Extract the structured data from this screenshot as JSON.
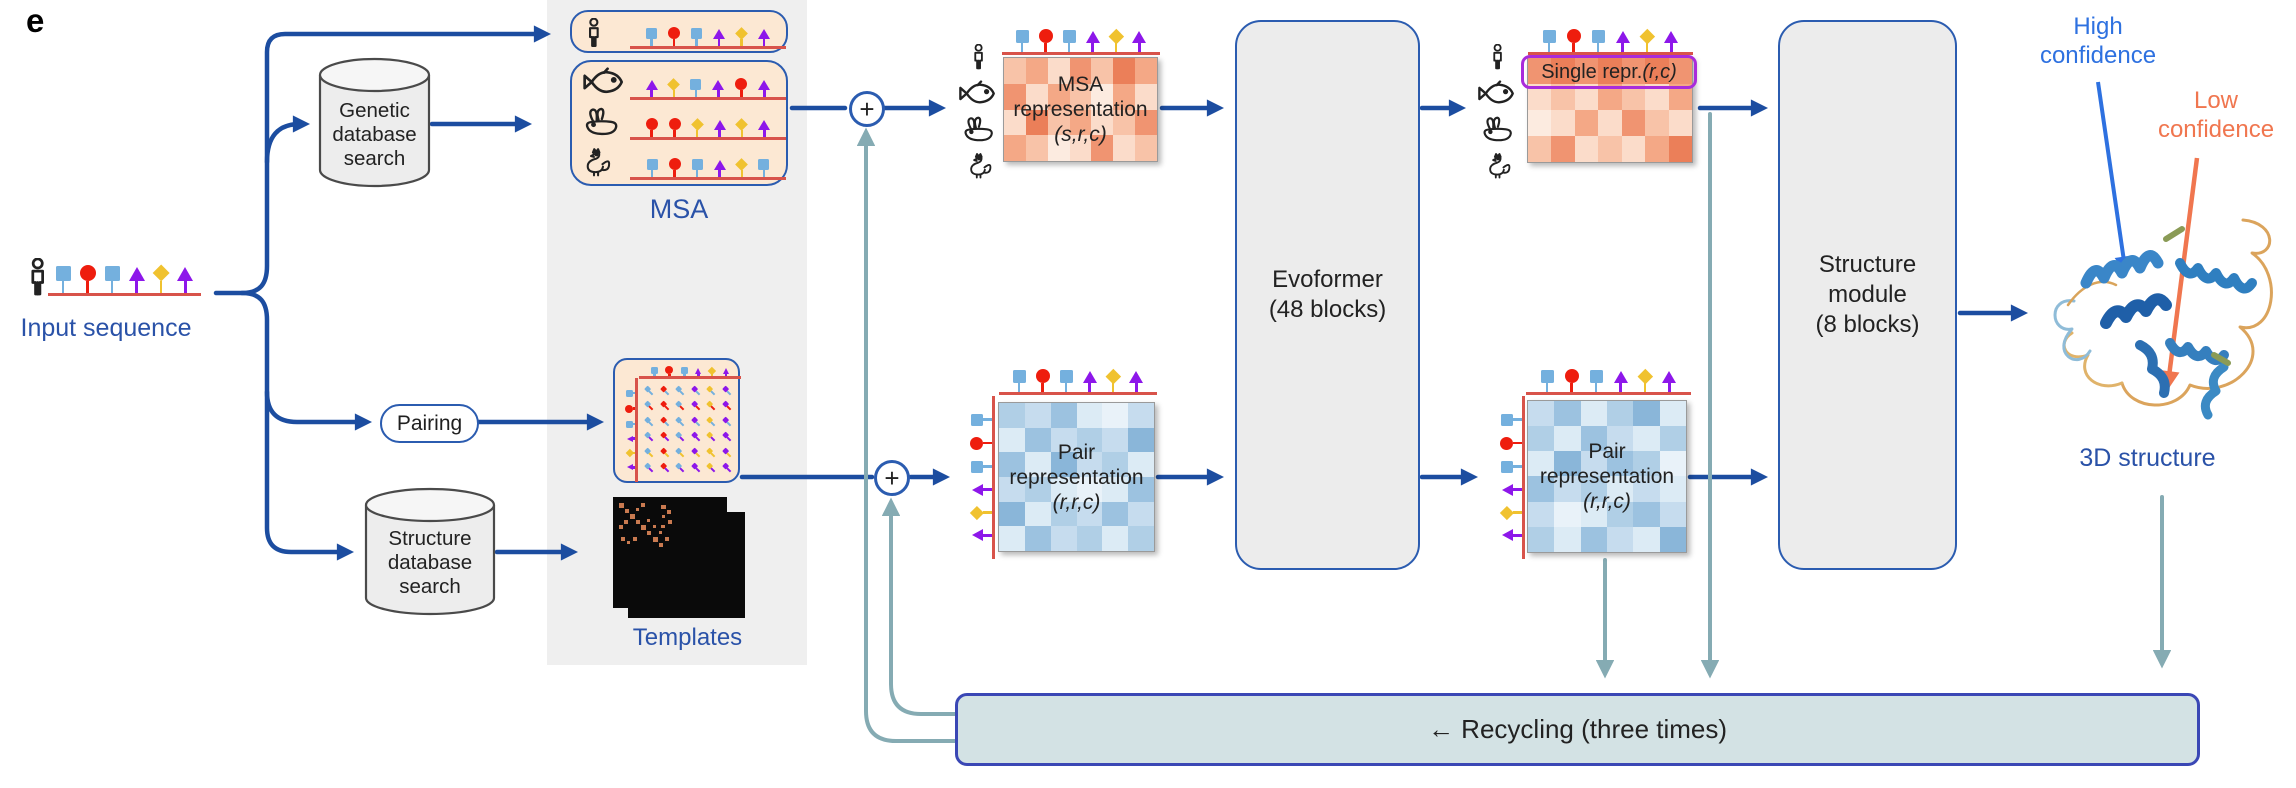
{
  "panel_label": "e",
  "input": {
    "label": "Input sequence"
  },
  "genetic_db": {
    "lines": [
      "Genetic",
      "database",
      "search"
    ]
  },
  "structure_db": {
    "lines": [
      "Structure",
      "database",
      "search"
    ]
  },
  "pairing": {
    "label": "Pairing"
  },
  "msa": {
    "label": "MSA",
    "query_row": {
      "icon": "human",
      "markers": "standard"
    },
    "rows": [
      {
        "icon": "fish",
        "markers": "fish_row"
      },
      {
        "icon": "rabbit",
        "markers": "rabbit_row"
      },
      {
        "icon": "rooster",
        "markers": "rooster_row"
      }
    ]
  },
  "templates": {
    "label": "Templates"
  },
  "msa_representation": {
    "lines": [
      "MSA",
      "representation"
    ],
    "dims": "(s,r,c)",
    "icons": [
      "human",
      "fish",
      "rabbit",
      "rooster"
    ]
  },
  "single_repr": {
    "title": "Single repr. ",
    "dims": "(r,c)",
    "icons": [
      "human",
      "fish",
      "rabbit",
      "rooster"
    ]
  },
  "pair_representation": {
    "lines": [
      "Pair",
      "representation"
    ],
    "dims": "(r,r,c)"
  },
  "evoformer": {
    "lines": [
      "Evoformer",
      "(48 blocks)"
    ]
  },
  "structure_module": {
    "lines": [
      "Structure",
      "module",
      "(8 blocks)"
    ]
  },
  "recycling": {
    "label": "← Recycling (three times)"
  },
  "output": {
    "label": "3D structure",
    "high_confidence_lines": [
      "High",
      "confidence"
    ],
    "low_confidence_lines": [
      "Low",
      "confidence"
    ]
  },
  "plus_symbol": "+",
  "markers": {
    "standard": [
      "sq-blue",
      "ci-red",
      "sq-blue",
      "ar-purple",
      "di-yellow",
      "ar-purple"
    ],
    "fish_row": [
      "ar-purple",
      "di-yellow",
      "sq-blue",
      "ar-purple",
      "ci-red",
      "ar-purple"
    ],
    "rabbit_row": [
      "ci-red",
      "ci-red",
      "di-yellow",
      "ar-purple",
      "di-yellow",
      "ar-purple"
    ],
    "rooster_row": [
      "sq-blue",
      "ci-red",
      "sq-blue",
      "ar-purple",
      "di-yellow",
      "sq-blue"
    ],
    "colors": {
      "blue": "#74b0de",
      "red": "#ee1d0e",
      "purple": "#8d17ea",
      "yellow": "#f0c22f"
    },
    "baseline_color": "#d8534a"
  },
  "colors": {
    "arrow_blue": "#1c4da0",
    "recycle_teal": "#85abb3",
    "label_blue": "#2a52a8",
    "high_confidence_blue": "#2e71e0",
    "low_confidence_orange": "#f0764f",
    "peach_fill": "#fce8d3",
    "module_fill": "#ececec",
    "bar_fill": "#d3e2e4",
    "bar_border": "#3a47b5",
    "single_highlight_purple": "#a92bdb"
  },
  "heatmaps": {
    "orange_palette": [
      "#fbdcca",
      "#f8c3a8",
      "#f4a886",
      "#f09471",
      "#eb7f59",
      "#fcebe0"
    ],
    "blue_palette": [
      "#dcebf5",
      "#c6dcee",
      "#b0cfe6",
      "#9cc2e0",
      "#8ab6d9",
      "#e9f2f9"
    ],
    "msa_grid": [
      [
        1,
        2,
        0,
        3,
        1,
        4,
        2
      ],
      [
        3,
        0,
        2,
        1,
        5,
        2,
        0
      ],
      [
        0,
        4,
        1,
        2,
        0,
        1,
        3
      ],
      [
        2,
        1,
        5,
        0,
        3,
        0,
        1
      ]
    ],
    "single_grid": [
      [
        3,
        4,
        3,
        4,
        3,
        4,
        3
      ],
      [
        0,
        1,
        0,
        2,
        1,
        0,
        2
      ],
      [
        5,
        0,
        2,
        0,
        3,
        1,
        0
      ],
      [
        1,
        3,
        0,
        1,
        0,
        2,
        4
      ]
    ],
    "pair_grid_left": [
      [
        2,
        1,
        3,
        0,
        5,
        1
      ],
      [
        0,
        3,
        1,
        2,
        1,
        4
      ],
      [
        3,
        0,
        4,
        1,
        2,
        0
      ],
      [
        1,
        2,
        0,
        5,
        0,
        3
      ],
      [
        4,
        0,
        2,
        1,
        3,
        1
      ],
      [
        0,
        3,
        1,
        2,
        0,
        2
      ]
    ],
    "pair_grid_right": [
      [
        1,
        3,
        0,
        2,
        4,
        0
      ],
      [
        2,
        0,
        3,
        1,
        0,
        2
      ],
      [
        0,
        4,
        1,
        3,
        2,
        5
      ],
      [
        3,
        1,
        2,
        0,
        1,
        0
      ],
      [
        1,
        5,
        0,
        2,
        3,
        1
      ],
      [
        2,
        0,
        3,
        1,
        0,
        4
      ]
    ]
  }
}
